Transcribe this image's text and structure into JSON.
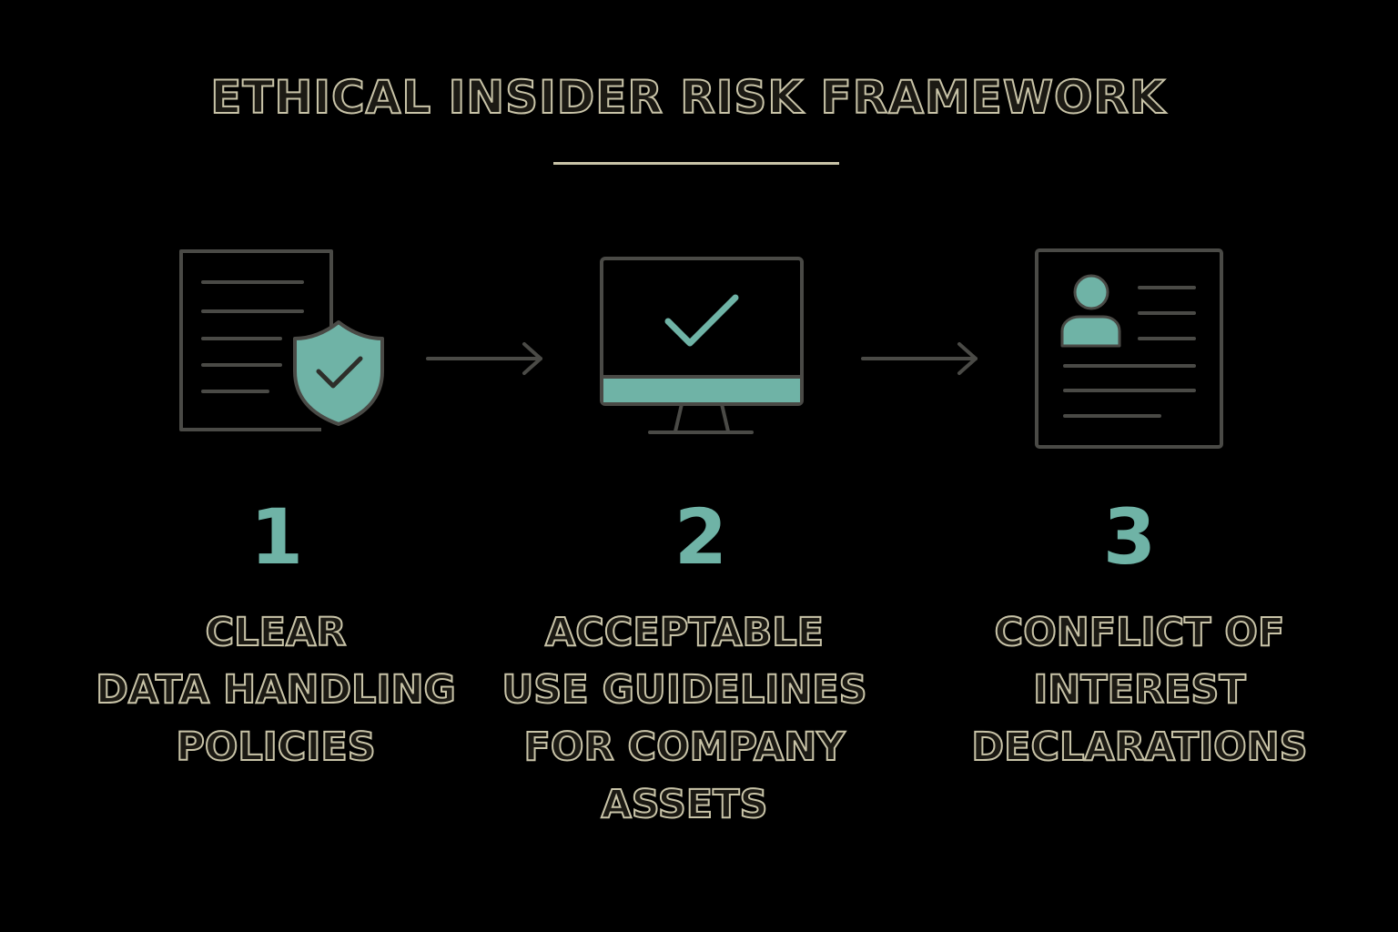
{
  "title": "ETHICAL INSIDER RISK FRAMEWORK",
  "colors": {
    "background": "#000000",
    "accent": "#6fb3a6",
    "outline": "#c9c4a8",
    "icon_stroke": "#4a4a46"
  },
  "steps": [
    {
      "number": "1",
      "icon": "policy-document-shield-icon",
      "label_lines": [
        "CLEAR",
        "DATA HANDLING",
        "POLICIES"
      ]
    },
    {
      "number": "2",
      "icon": "monitor-checkmark-icon",
      "label_lines": [
        "ACCEPTABLE",
        "USE GUIDELINES",
        "FOR COMPANY",
        "ASSETS"
      ]
    },
    {
      "number": "3",
      "icon": "profile-declaration-form-icon",
      "label_lines": [
        "CONFLICT OF",
        "INTEREST",
        "DECLARATIONS"
      ]
    }
  ]
}
